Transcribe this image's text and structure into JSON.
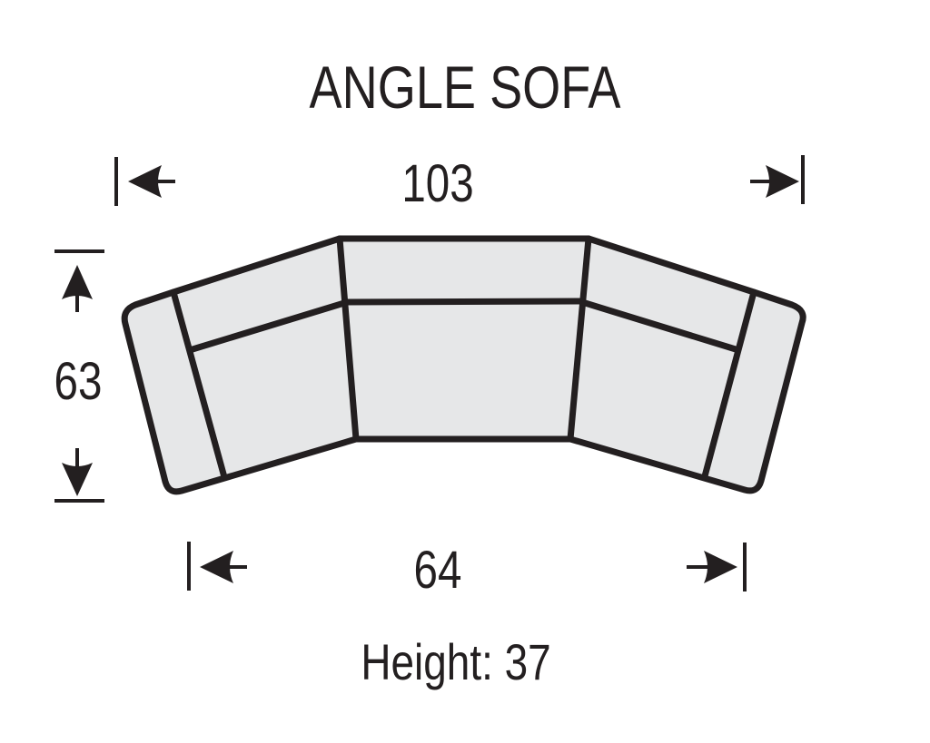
{
  "diagram": {
    "title": "ANGLE SOFA",
    "dimensions": {
      "overall_width": "103",
      "depth": "63",
      "inner_width": "64",
      "height_label": "Height: 37"
    },
    "sections": [
      "left-arm",
      "left-seat",
      "center-seat",
      "right-seat",
      "right-arm"
    ],
    "colors": {
      "fill": "#e6e7e8",
      "stroke": "#231f20",
      "background": "#ffffff"
    }
  }
}
